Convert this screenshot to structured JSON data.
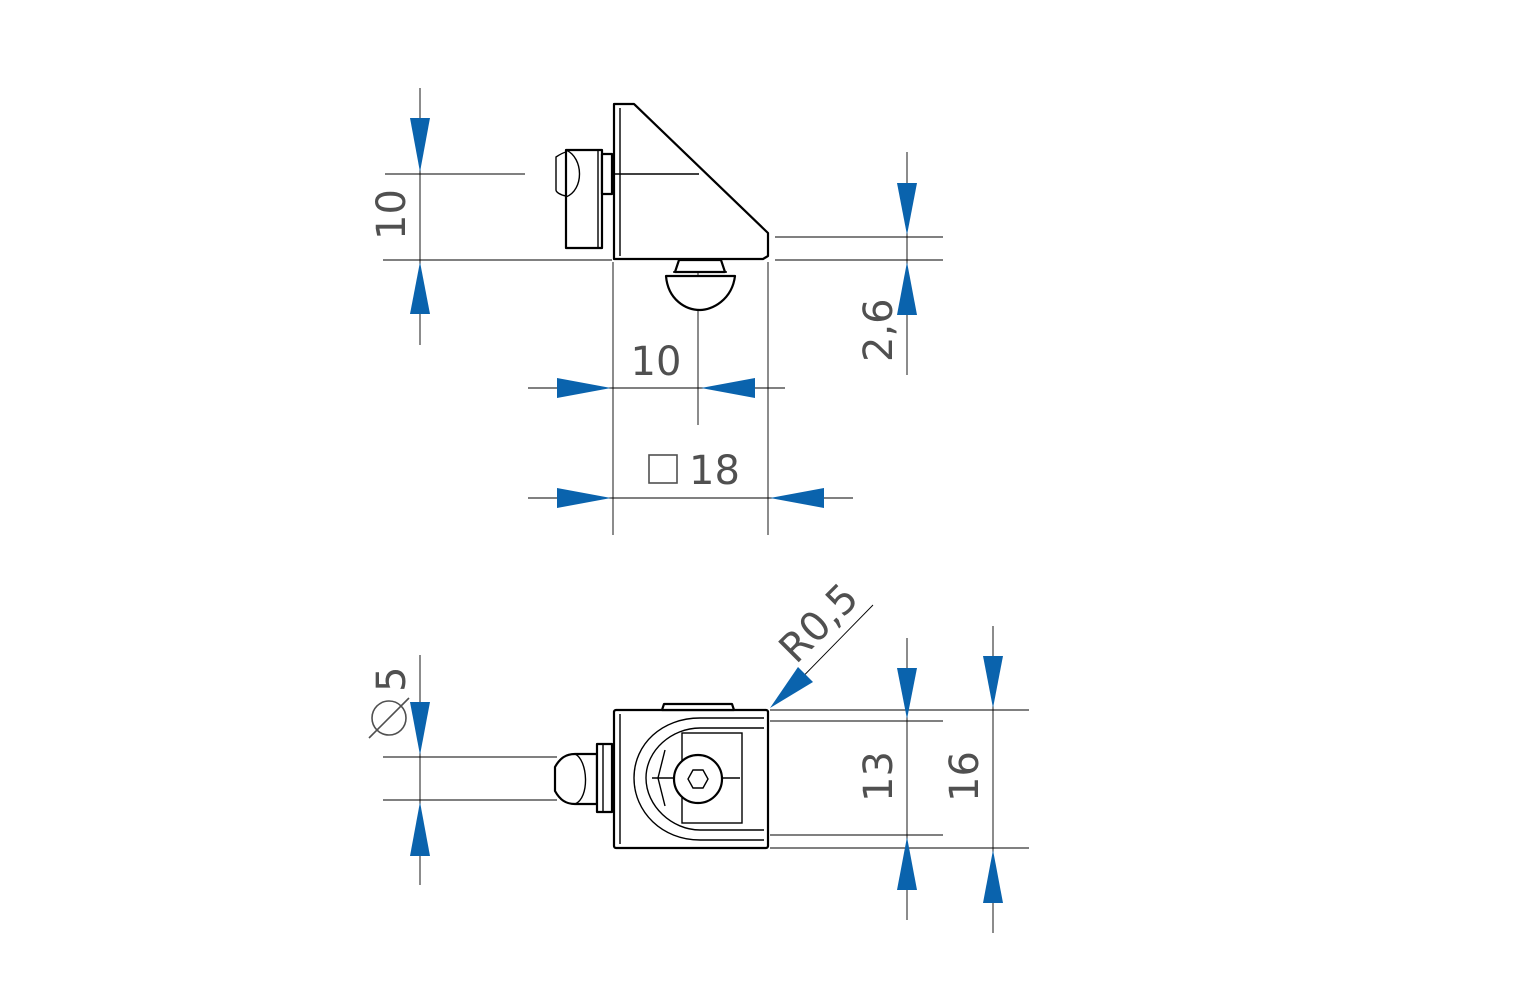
{
  "colors": {
    "arrow": "#0a63ad",
    "text": "#505050",
    "line": "#000000"
  },
  "dimensions": {
    "top_height": "10",
    "top_width": "10",
    "top_offset": "2,6",
    "square_size": "18",
    "diameter": "5",
    "radius": "R0,5",
    "front_inner_height": "13",
    "front_outer_height": "16"
  },
  "symbols": {
    "square": "square-symbol-icon",
    "diameter": "diameter-symbol-icon"
  }
}
